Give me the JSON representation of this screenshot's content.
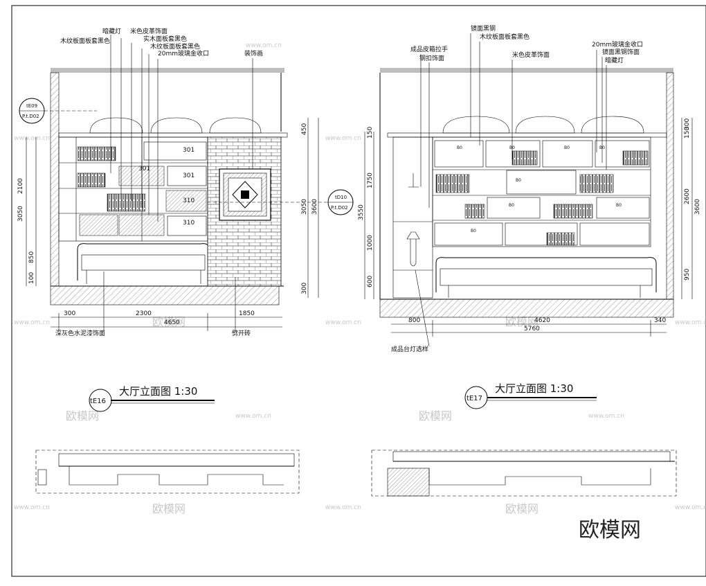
{
  "watermarks": {
    "brand": "欧模网",
    "site": "www.om.cn"
  },
  "left_elevation": {
    "title": "大厅立面图 1:30",
    "tag": "tE16",
    "callouts": [
      "暗藏灯",
      "米色皮革饰面",
      "木纹板面板套黑色",
      "实木面板套黑色",
      "木纹板面板套黑色",
      "20mm玻璃金收口",
      "装饰画"
    ],
    "bottom_callouts": [
      "深灰色水泥漆饰面",
      "劈开砖"
    ],
    "ref_top": {
      "num": "tE09",
      "sub": "P.t.D02"
    },
    "ref_right": {
      "num": "tD10",
      "sub": "P.t.D02"
    },
    "dims_bottom": [
      "300",
      "2300",
      "1850",
      "4650"
    ],
    "dims_left": [
      "2100",
      "3050",
      "850",
      "100"
    ],
    "dims_right": [
      "450",
      "3050",
      "3600",
      "300"
    ],
    "drawer_labels": [
      "301",
      "301",
      "310",
      "310",
      "301"
    ]
  },
  "right_elevation": {
    "title": "大厅立面图 1:30",
    "tag": "tE17",
    "callouts": [
      "镜面黑钢",
      "木纹板面板套黑色",
      "成品皮箱拉手",
      "钢扣饰面",
      "米色皮革饰面",
      "20mm玻璃金收口",
      "镜面黑钢饰面",
      "暗藏灯"
    ],
    "bottom_callouts": [
      "成品台灯选样"
    ],
    "dims_bottom": [
      "800",
      "4620",
      "340",
      "5760"
    ],
    "dims_left": [
      "150",
      "1750",
      "3550",
      "1000",
      "600"
    ],
    "dims_right": [
      "300",
      "150",
      "2600",
      "3600",
      "950"
    ],
    "drawer_labels": [
      "B0",
      "B0",
      "B0",
      "B0",
      "B0",
      "B0",
      "B0",
      "B0"
    ]
  }
}
